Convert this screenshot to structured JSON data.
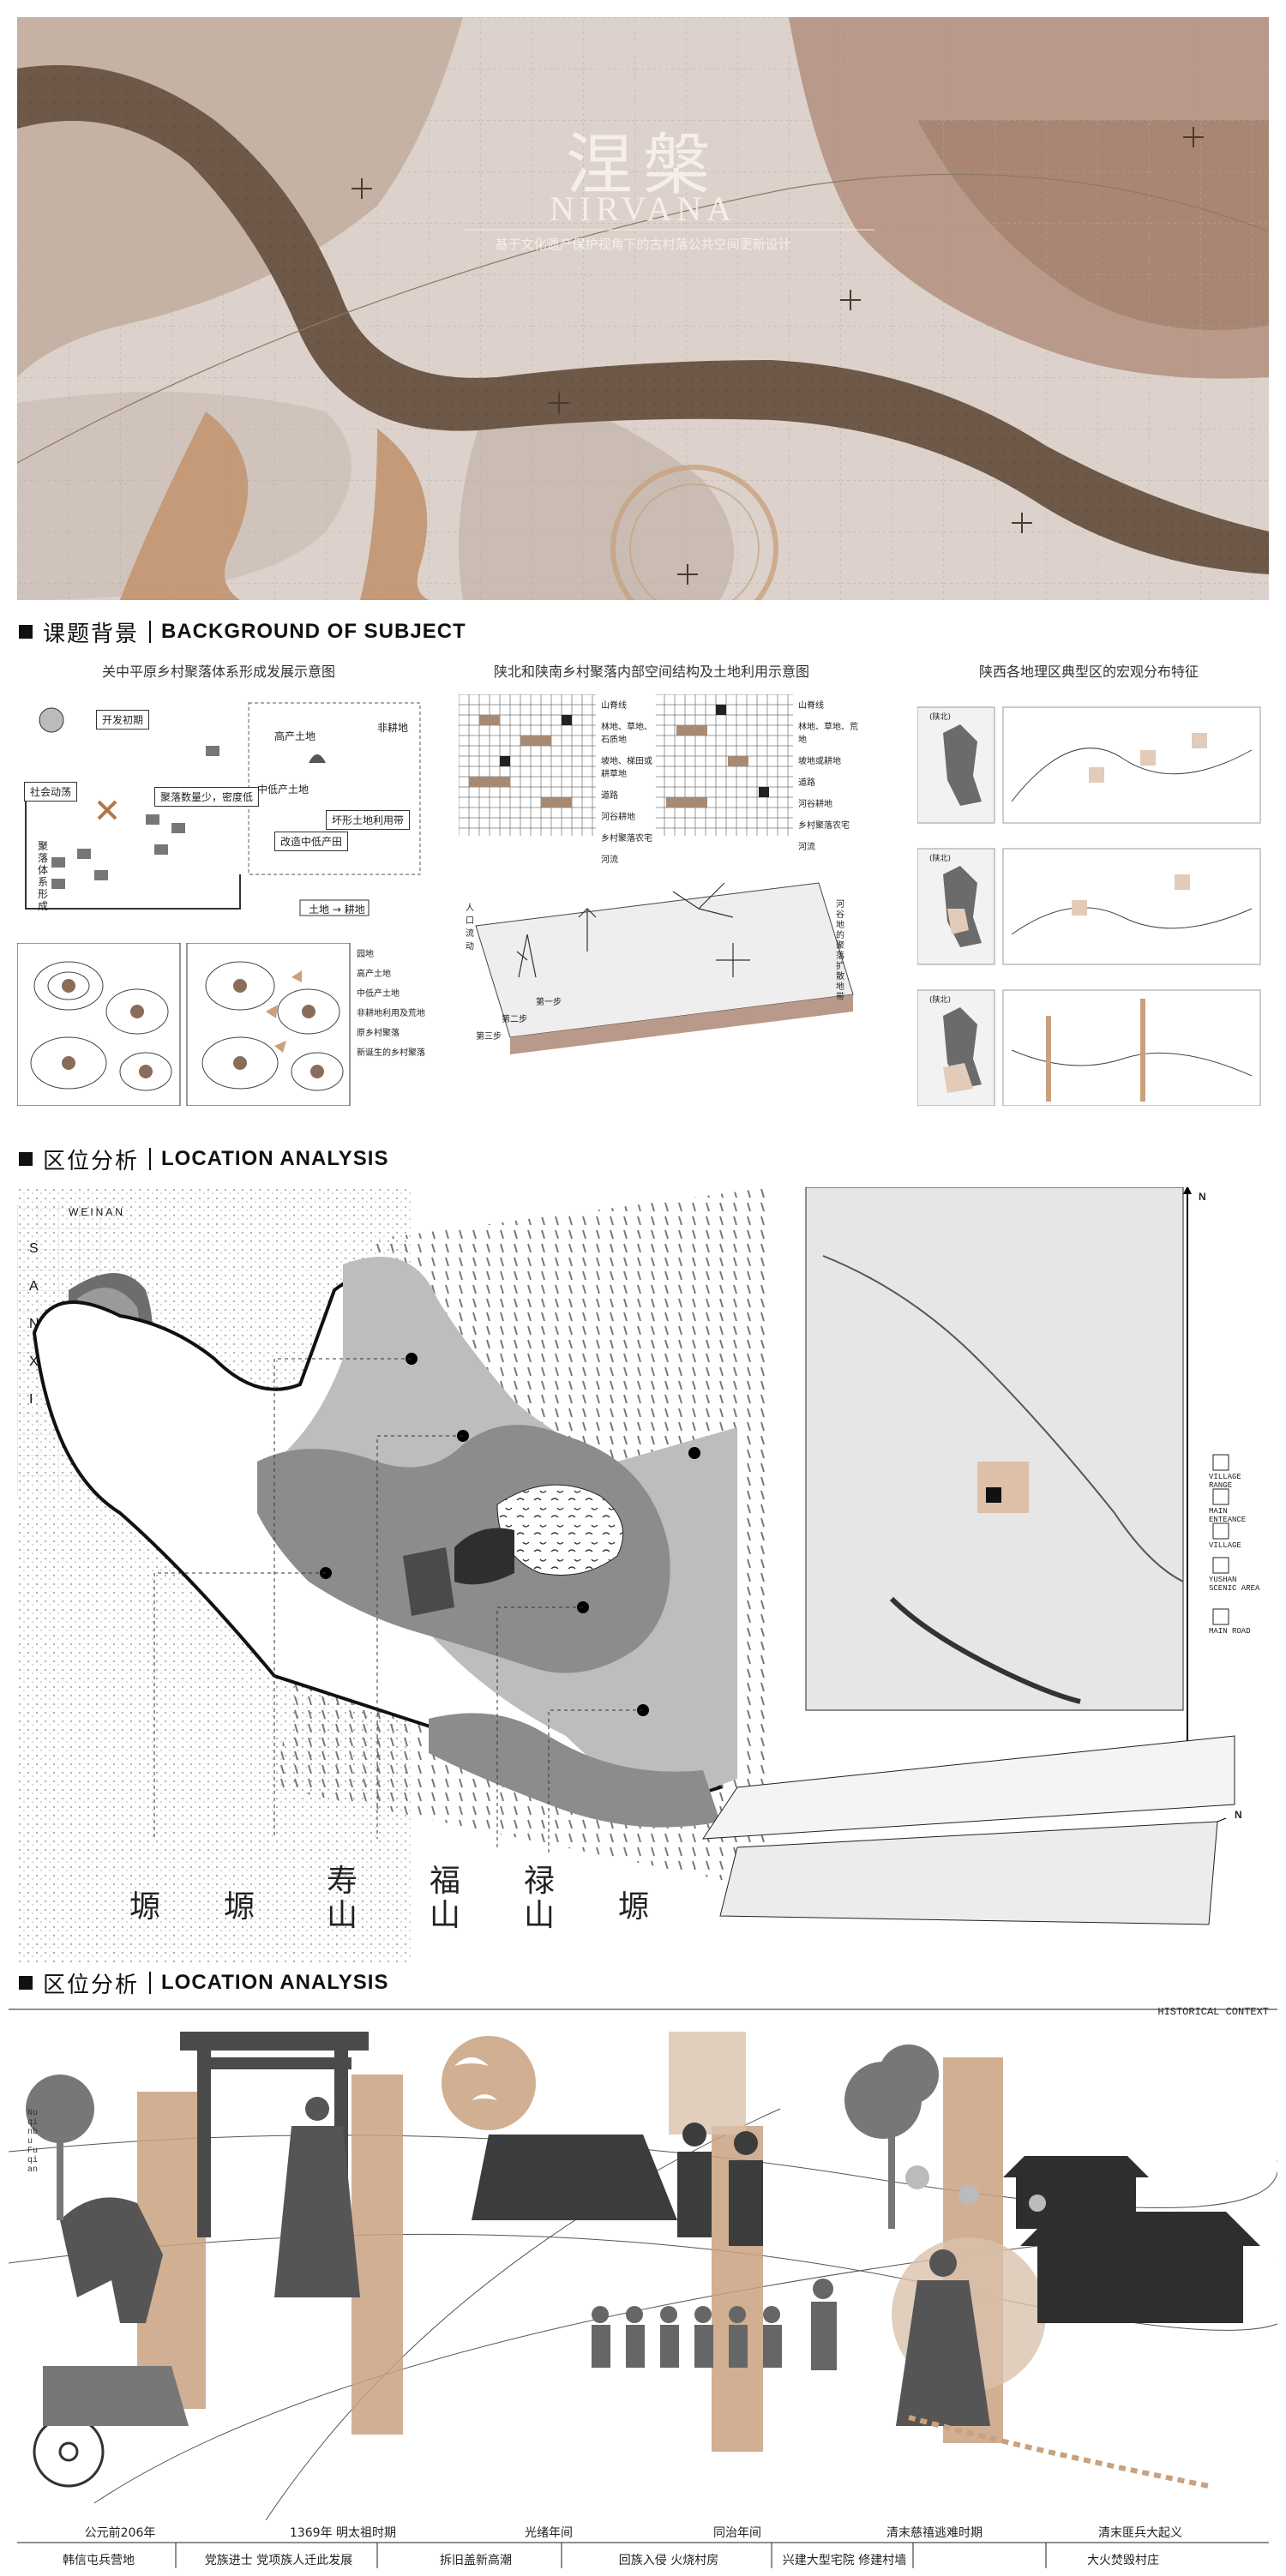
{
  "hero": {
    "title_cn": "涅槃",
    "title_en": "NIRVANA",
    "subtitle": "基于文化遗产保护视角下的古村落公共空间更新设计"
  },
  "section1": {
    "title_cn": "课题背景",
    "title_en": "BACKGROUND OF SUBJECT",
    "panel_titles": [
      "关中平原乡村聚落体系形成发展示意图",
      "陕北和陕南乡村聚落内部空间结构及土地利用示意图",
      "陕西各地理区典型区的宏观分布特征"
    ],
    "diagram1_labels": [
      "开发初期",
      "社会动荡",
      "聚落数量少，密度低",
      "高产土地",
      "中低产土地",
      "非耕地",
      "聚落体系形成",
      "改造中低产田",
      "坏形土地利用带",
      "土地 → 耕地"
    ],
    "legend1": [
      "园地",
      "高产土地",
      "中低产土地",
      "非耕地利用及荒地",
      "原乡村聚落",
      "新诞生的乡村聚落"
    ],
    "diagram2_labels": [
      "山脊线",
      "林地、草地、石质地",
      "坡地、梯田或耕草地",
      "道路",
      "河谷耕地",
      "乡村聚落农宅",
      "河流",
      "山脊线",
      "林地、草地、荒地",
      "坡地或耕地",
      "道路",
      "河谷耕地",
      "乡村聚落农宅",
      "河流",
      "人口流动",
      "第一步",
      "第二步",
      "第三步",
      "河谷地的聚落扩散地带"
    ],
    "diagram3_labels": [
      "(陕北)",
      "(陕北)",
      "(陕北)"
    ]
  },
  "section2": {
    "title_cn": "区位分析",
    "title_en": "LOCATION ANALYSIS",
    "shaanxi_letters": "S A N X I",
    "weinan_label": "WEINAN",
    "map_chars": [
      "塬",
      "塬",
      "寿山",
      "福山",
      "禄山",
      "塬"
    ],
    "legend": [
      "VILLAGE RANGE",
      "MAIN ENTEANCE",
      "VILLAGE",
      "YUSHAN SCENIC AREA",
      "MAIN ROAD"
    ],
    "north_label": "N"
  },
  "section3": {
    "title_cn": "区位分析",
    "title_en": "LOCATION ANALYSIS",
    "context_label": "HISTORICAL CONTEXT",
    "side_label": "Nuqinbu Fuqian",
    "timeline_top": [
      "公元前206年",
      "1369年 明太祖时期",
      "光绪年间",
      "同治年间",
      "清末慈禧逃难时期",
      "清末匪兵大起义"
    ],
    "timeline_bottom": [
      "韩信屯兵营地",
      "党族进士 党项族人迁此发展",
      "拆旧盖新高潮",
      "回族入侵 火烧村房",
      "兴建大型宅院 修建村墙",
      "大火焚毁村庄"
    ]
  },
  "colors": {
    "hero_bg": "#d9cfc8",
    "river": "#6e5848",
    "accent_tan": "#c8a17f",
    "dark": "#111111"
  }
}
